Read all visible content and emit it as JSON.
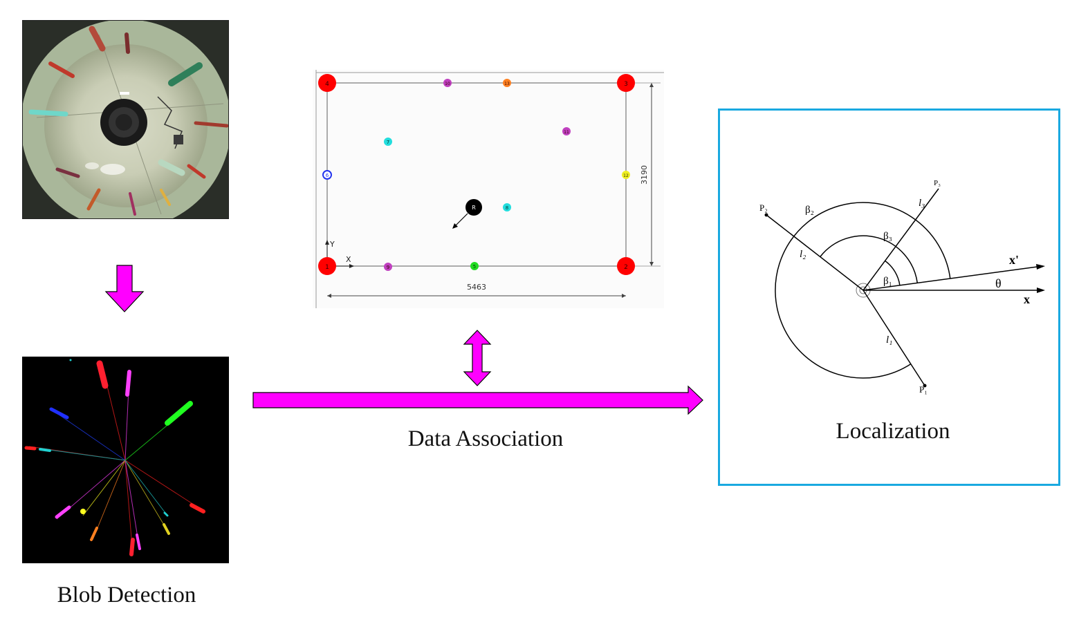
{
  "captions": {
    "blob_detection": "Blob Detection",
    "data_association": "Data Association",
    "localization": "Localization"
  },
  "colors": {
    "arrow_fill": "#ff00ff",
    "localization_border": "#19a9e0",
    "landmark_corner": "#ff0000"
  },
  "map": {
    "width_label": "5463",
    "height_label": "3190",
    "axis_x": "X",
    "axis_y": "Y",
    "robot_label": "R",
    "landmarks": {
      "l1": "1",
      "l2": "2",
      "l3": "3",
      "l4": "4",
      "l5": "5",
      "l6": "6",
      "l7": "7",
      "l8": "8",
      "l9": "9",
      "l10": "10",
      "l11": "11",
      "l12": "12",
      "l13": "13"
    }
  },
  "localization_diagram": {
    "p1": "P₁",
    "p2": "P₂",
    "p3": "P₃",
    "l1": "l₁",
    "l2": "l₂",
    "l3": "l₃",
    "beta1": "β₁",
    "beta2": "β₂",
    "beta3": "β₃",
    "x_prime": "x'",
    "x": "x",
    "theta": "θ"
  },
  "icons": {
    "down_arrow": "down-arrow-icon",
    "right_arrow": "right-arrow-icon",
    "double_arrow": "vertical-double-arrow-icon"
  }
}
